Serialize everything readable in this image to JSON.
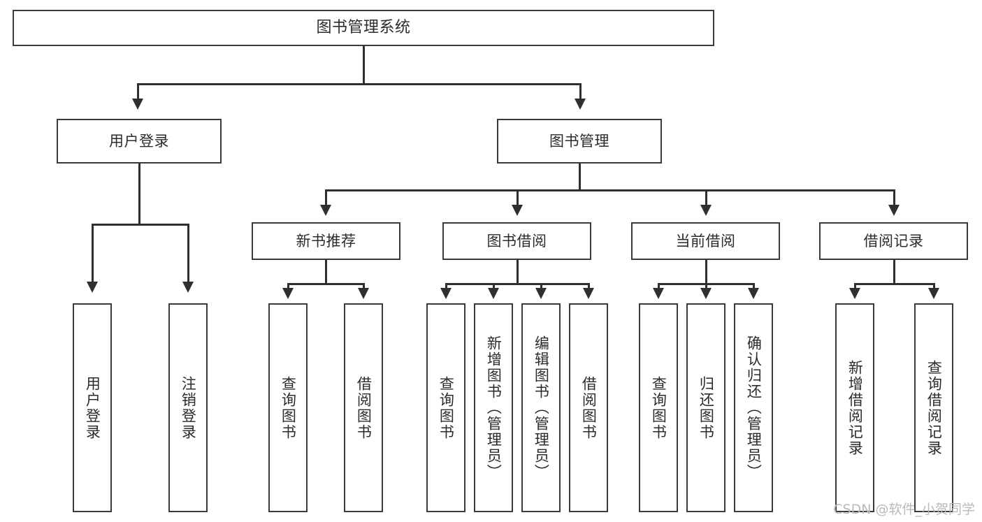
{
  "diagram": {
    "title": "图书管理系统",
    "watermark": "CSDN @软件_小贺同学",
    "root": {
      "label": "图书管理系统"
    },
    "level2": [
      {
        "key": "user_login",
        "label": "用户登录"
      },
      {
        "key": "book_manage",
        "label": "图书管理"
      }
    ],
    "level3": [
      {
        "key": "new_book_rec",
        "label": "新书推荐"
      },
      {
        "key": "book_borrow",
        "label": "图书借阅"
      },
      {
        "key": "current_borrow",
        "label": "当前借阅"
      },
      {
        "key": "borrow_record",
        "label": "借阅记录"
      }
    ],
    "leaves": [
      {
        "key": "leaf_user_login",
        "parent": "user_login",
        "label": "用户登录"
      },
      {
        "key": "leaf_user_logout",
        "parent": "user_login",
        "label": "注销登录"
      },
      {
        "key": "leaf_query_book_a",
        "parent": "new_book_rec",
        "label": "查询图书"
      },
      {
        "key": "leaf_borrow_book_a",
        "parent": "new_book_rec",
        "label": "借阅图书"
      },
      {
        "key": "leaf_query_book_b",
        "parent": "book_borrow",
        "label": "查询图书"
      },
      {
        "key": "leaf_add_book",
        "parent": "book_borrow",
        "label": "新增图书（管理员）"
      },
      {
        "key": "leaf_edit_book",
        "parent": "book_borrow",
        "label": "编辑图书（管理员）"
      },
      {
        "key": "leaf_borrow_book_b",
        "parent": "book_borrow",
        "label": "借阅图书"
      },
      {
        "key": "leaf_query_book_c",
        "parent": "current_borrow",
        "label": "查询图书"
      },
      {
        "key": "leaf_return_book",
        "parent": "current_borrow",
        "label": "归还图书"
      },
      {
        "key": "leaf_confirm_return",
        "parent": "current_borrow",
        "label": "确认归还（管理员）"
      },
      {
        "key": "leaf_add_record",
        "parent": "borrow_record",
        "label": "新增借阅记录"
      },
      {
        "key": "leaf_query_record",
        "parent": "borrow_record",
        "label": "查询借阅记录"
      }
    ],
    "colors": {
      "box_border": "#3a3a3a",
      "line": "#2f2f2f",
      "text": "#2b2b2b",
      "background": "#ffffff",
      "watermark": "#b9b9b9"
    }
  }
}
